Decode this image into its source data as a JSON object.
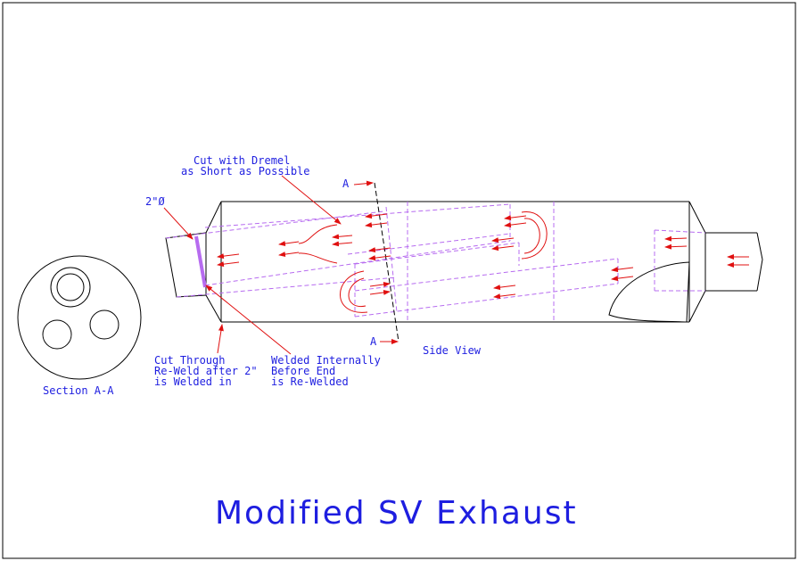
{
  "title": "Modified SV Exhaust",
  "section_label": "Section A-A",
  "side_view_label": "Side View",
  "section_marker_top": "A",
  "section_marker_bottom": "A",
  "diameter_label": "2\"Ø",
  "annotations": {
    "dremel": [
      "Cut with Dremel",
      "as Short as Possible"
    ],
    "cut_through": [
      "Cut Through",
      "Re-Weld after 2\"",
      "is Welded in"
    ],
    "welded_internally": [
      "Welded Internally",
      "Before End",
      "is Re-Welded"
    ]
  },
  "colors": {
    "text": "#1e1ee0",
    "outline": "#000000",
    "hidden_lines": "#b76cf0",
    "flow_arrows": "#e01010"
  }
}
